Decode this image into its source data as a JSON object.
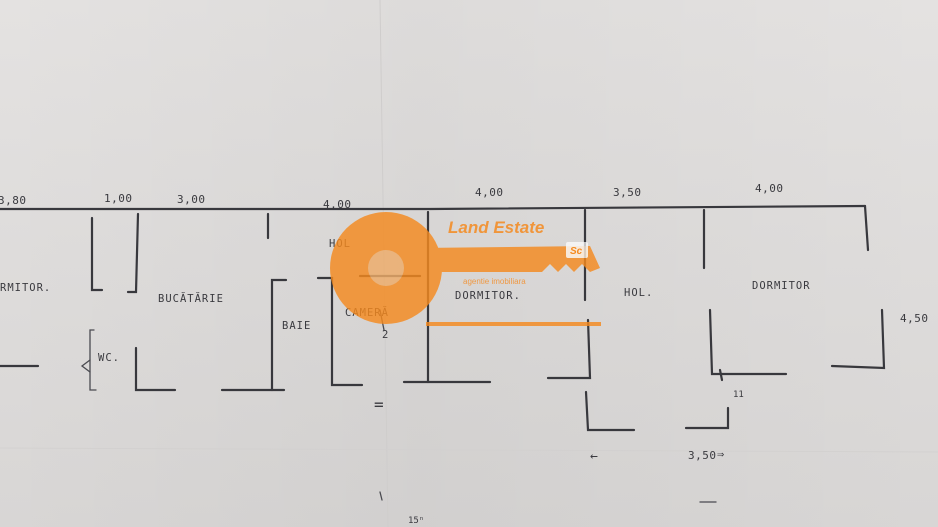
{
  "dimensions": {
    "d1": "3,80",
    "d2": "1,00",
    "d3": "3,00",
    "d4": "4,00",
    "d5": "4,00",
    "d6": "3,50",
    "d7": "4,00",
    "d8": "4,50",
    "d9": "3,50",
    "d10": "=",
    "d11": "15ⁿ"
  },
  "rooms": {
    "dormitor_left": "RMITOR.",
    "wc": "WC.",
    "bucatarie": "BUCĂTĂRIE",
    "baie": "BAIE",
    "hol_left": "HOL",
    "camera": "CAMERĂ",
    "camera_num": "2",
    "dormitor_mid": "DORMITOR.",
    "hol_right": "HOL.",
    "dormitor_right": "DORMITOR"
  },
  "marks": {
    "arrow_left": "←",
    "arrow_right": "⇒",
    "tick": "11"
  },
  "watermark": {
    "brand": "Land Estate",
    "tagline": "agentie imobiliara",
    "badge": "Sc",
    "color": "#f58a1f"
  }
}
